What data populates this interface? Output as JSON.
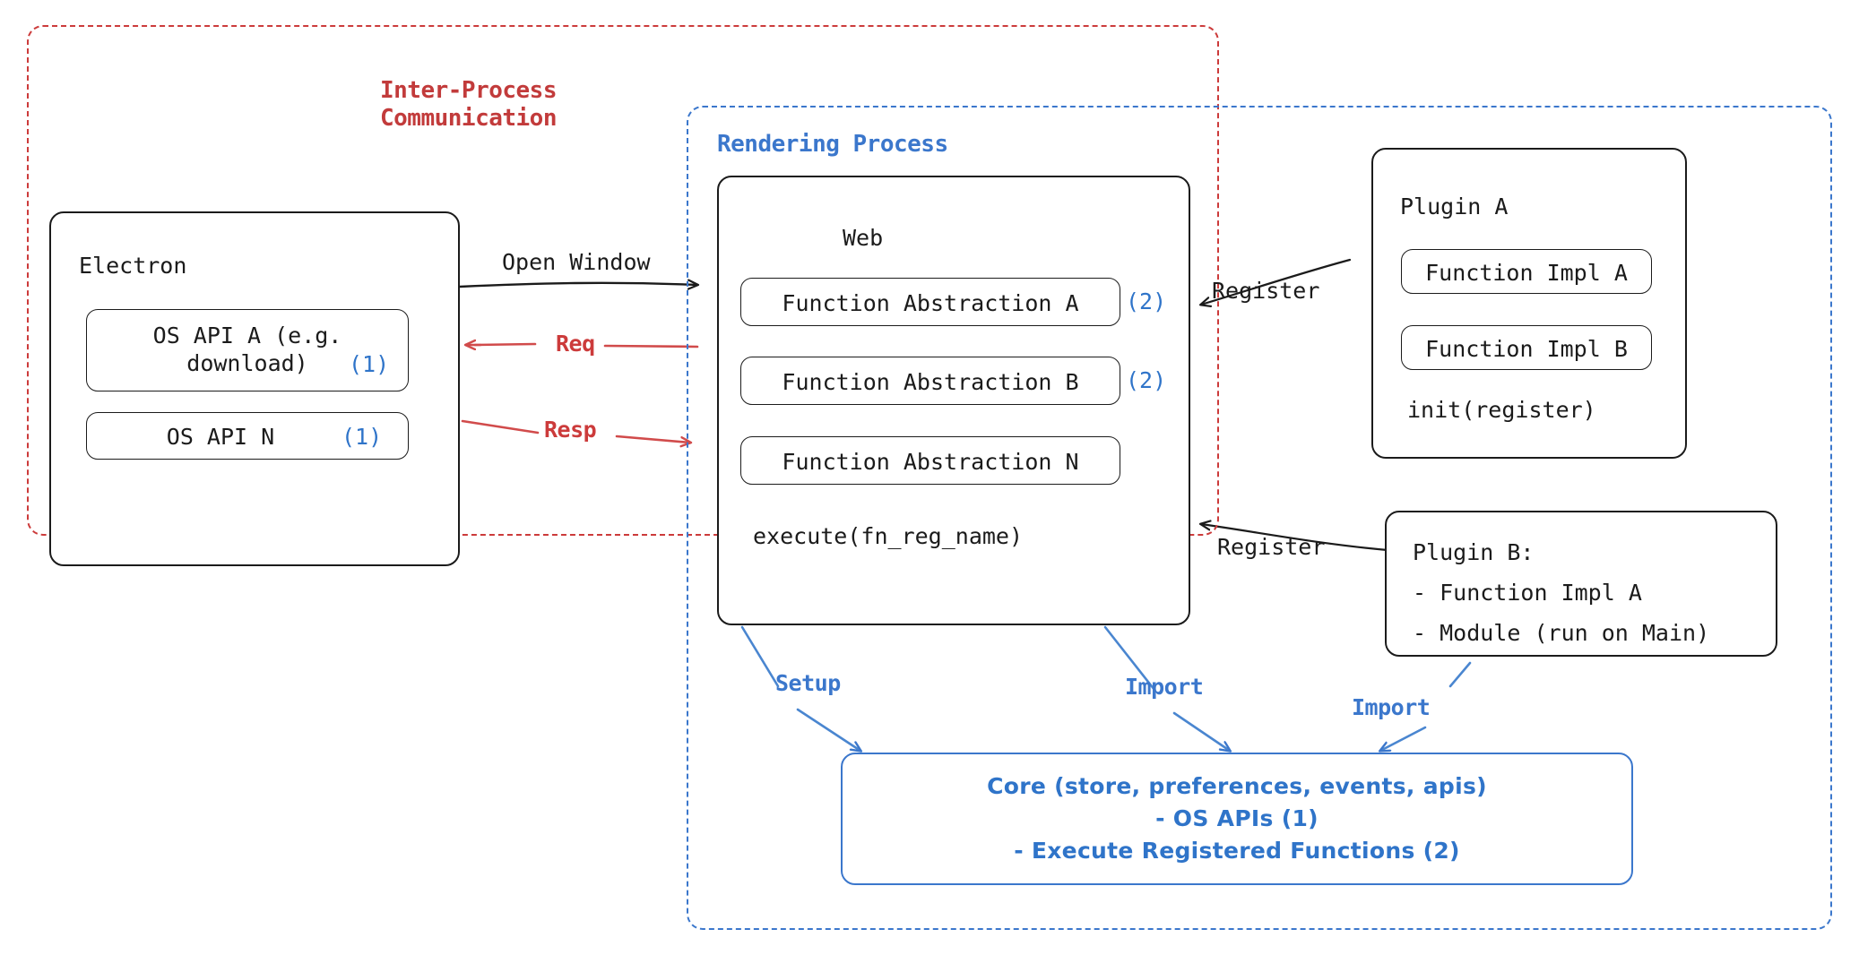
{
  "diagram": {
    "title": "Electron plugin architecture",
    "colors": {
      "ipc_red": "#cc3b3b",
      "render_blue": "#3b77cc",
      "badge_blue": "#2f74c9",
      "ink_black": "#1b1b1b",
      "background": "#ffffff"
    },
    "regions": {
      "ipc": {
        "label": "Inter-Process\nCommunication"
      },
      "rendering": {
        "label": "Rendering Process"
      }
    },
    "electron": {
      "title": "Electron",
      "apis": [
        {
          "label": "OS API A (e.g.\ndownload)",
          "badge": "(1)"
        },
        {
          "label": "OS API N",
          "badge": "(1)"
        }
      ]
    },
    "web": {
      "title": "Web",
      "abstractions": [
        {
          "label": "Function Abstraction A",
          "badge": "(2)"
        },
        {
          "label": "Function Abstraction B",
          "badge": "(2)"
        },
        {
          "label": "Function Abstraction N",
          "badge": ""
        }
      ],
      "footer": "execute(fn_reg_name)"
    },
    "plugin_a": {
      "title": "Plugin A",
      "functions": [
        "Function Impl A",
        "Function Impl B"
      ],
      "footer": "init(register)"
    },
    "plugin_b": {
      "title": "Plugin B:",
      "lines": [
        "- Function Impl A",
        "- Module (run on Main)"
      ]
    },
    "core": {
      "lines": [
        "Core (store, preferences, events, apis)",
        "- OS APIs (1)",
        "- Execute Registered Functions (2)"
      ]
    },
    "edges": {
      "open_window": "Open Window",
      "req": "Req",
      "resp": "Resp",
      "register_a": "Register",
      "register_b": "Register",
      "setup": "Setup",
      "import_web": "Import",
      "import_plugin": "Import"
    }
  }
}
